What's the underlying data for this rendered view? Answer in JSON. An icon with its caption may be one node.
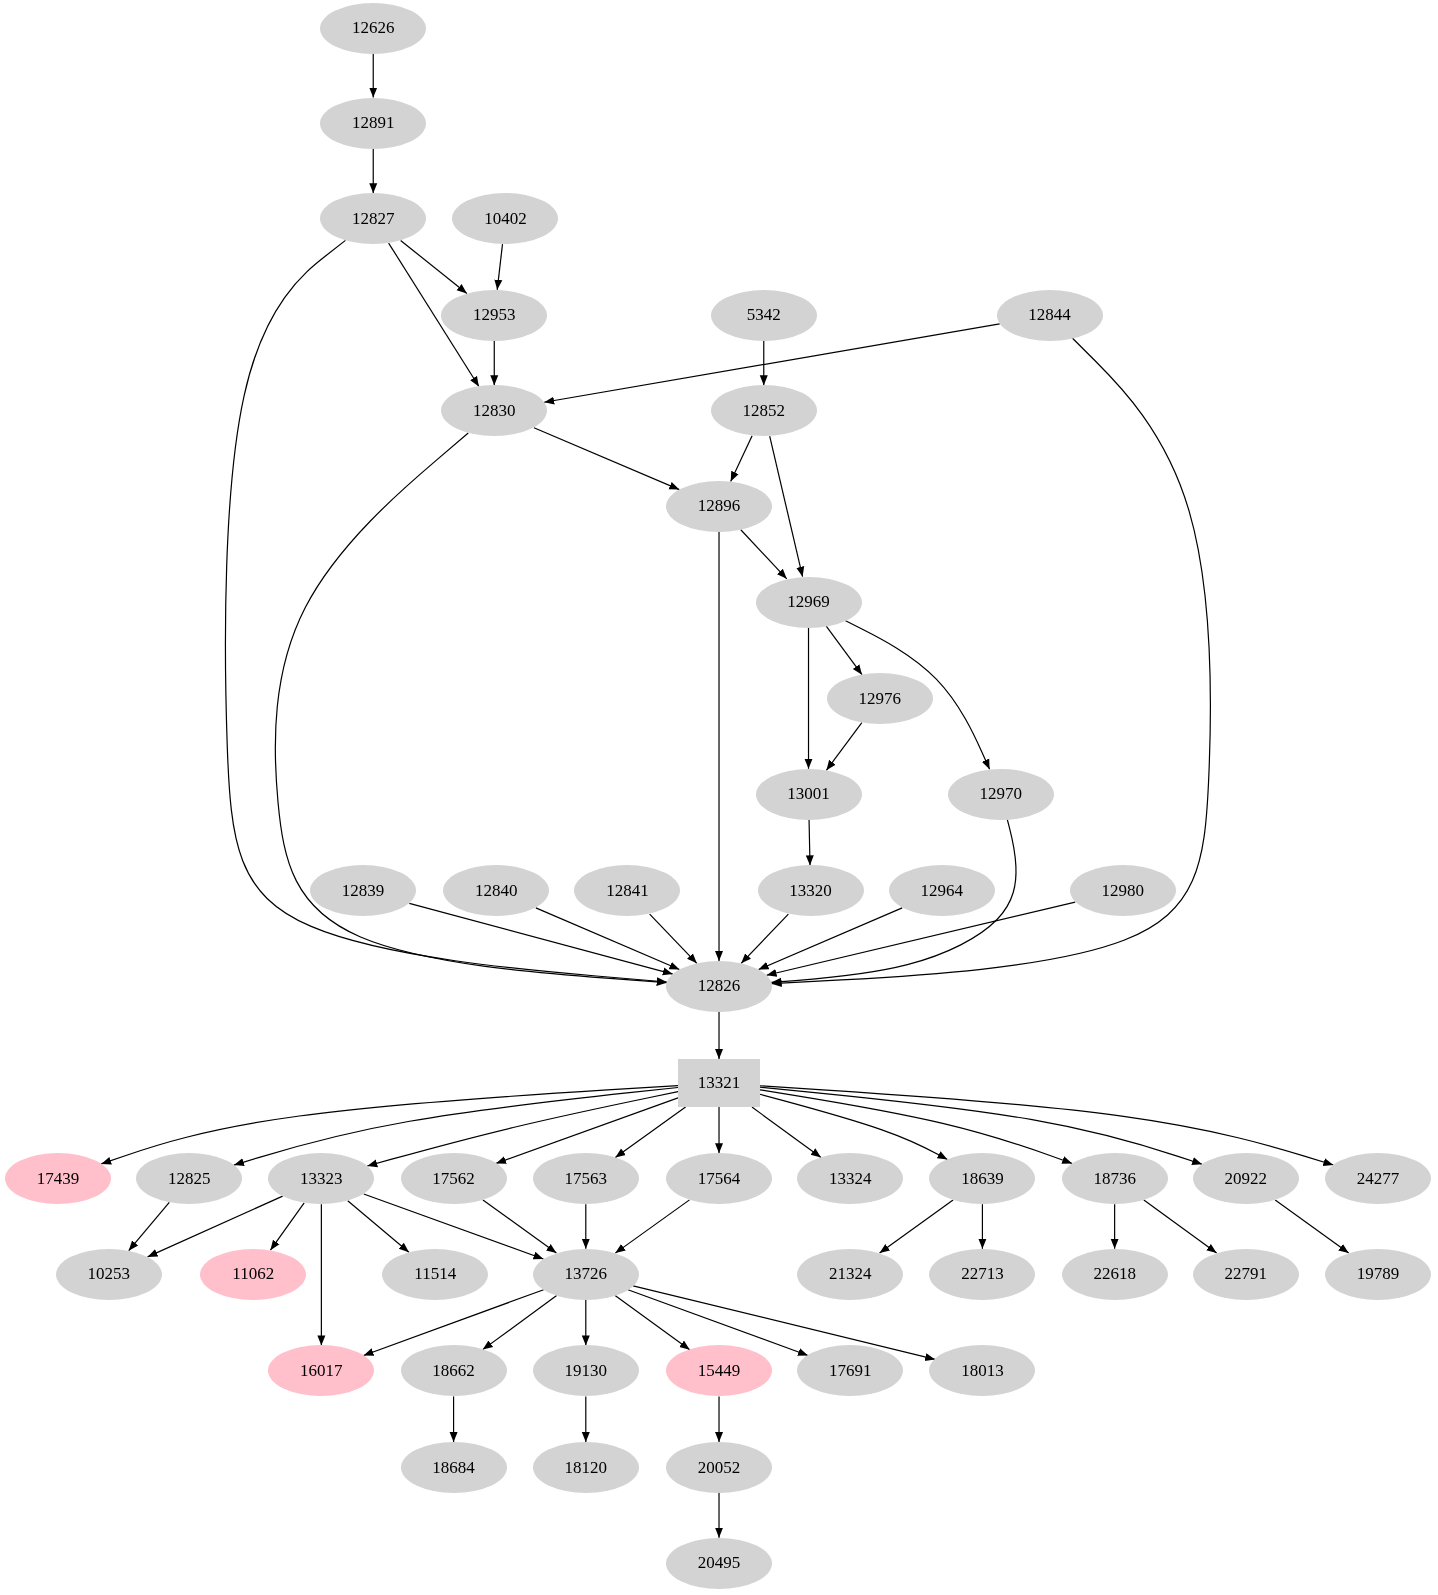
{
  "diagram": {
    "nodes": [
      {
        "text": [
          "12626"
        ]
      },
      {
        "text": [
          "12891"
        ]
      },
      {
        "text": [
          "12827"
        ]
      },
      {
        "text": [
          "10402"
        ]
      },
      {
        "text": [
          "12953"
        ]
      },
      {
        "text": [
          "5342"
        ]
      },
      {
        "text": [
          "12844"
        ]
      },
      {
        "text": [
          "12830"
        ]
      },
      {
        "text": [
          "12852"
        ]
      },
      {
        "text": [
          "12896"
        ]
      },
      {
        "text": [
          "12969"
        ]
      },
      {
        "text": [
          "12976"
        ]
      },
      {
        "text": [
          "13001"
        ]
      },
      {
        "text": [
          "12970"
        ]
      },
      {
        "text": [
          "12839"
        ]
      },
      {
        "text": [
          "12840"
        ]
      },
      {
        "text": [
          "12841"
        ]
      },
      {
        "text": [
          "13320"
        ]
      },
      {
        "text": [
          "12964"
        ]
      },
      {
        "text": [
          "12980"
        ]
      },
      {
        "text": [
          "12826"
        ]
      },
      {
        "text": [
          "13321"
        ]
      },
      {
        "text": [
          "17439"
        ]
      },
      {
        "text": [
          "12825"
        ]
      },
      {
        "text": [
          "13323"
        ]
      },
      {
        "text": [
          "17562"
        ]
      },
      {
        "text": [
          "17563"
        ]
      },
      {
        "text": [
          "17564"
        ]
      },
      {
        "text": [
          "13324"
        ]
      },
      {
        "text": [
          "18639"
        ]
      },
      {
        "text": [
          "18736"
        ]
      },
      {
        "text": [
          "20922"
        ]
      },
      {
        "text": [
          "24277"
        ]
      },
      {
        "text": [
          "10253"
        ]
      },
      {
        "text": [
          "11062"
        ]
      },
      {
        "text": [
          "11514"
        ]
      },
      {
        "text": [
          "13726"
        ]
      },
      {
        "text": [
          "21324"
        ]
      },
      {
        "text": [
          "22713"
        ]
      },
      {
        "text": [
          "22618"
        ]
      },
      {
        "text": [
          "22791"
        ]
      },
      {
        "text": [
          "19789"
        ]
      },
      {
        "text": [
          "16017"
        ]
      },
      {
        "text": [
          "18662"
        ]
      },
      {
        "text": [
          "19130"
        ]
      },
      {
        "text": [
          "15449"
        ]
      },
      {
        "text": [
          "17691"
        ]
      },
      {
        "text": [
          "18013"
        ]
      },
      {
        "text": [
          "18684"
        ]
      },
      {
        "text": [
          "18120"
        ]
      },
      {
        "text": [
          "20052"
        ]
      },
      {
        "text": [
          "20495"
        ]
      }
    ],
    "edges": [
      {
        "from": 0,
        "to": 1,
        "arrow": "to"
      },
      {
        "from": 1,
        "to": 2,
        "arrow": "to"
      },
      {
        "from": 2,
        "to": 4,
        "arrow": "to"
      },
      {
        "from": 2,
        "to": 7,
        "arrow": "to"
      },
      {
        "from": 2,
        "to": 20,
        "arrow": "to"
      },
      {
        "from": 3,
        "to": 4,
        "arrow": "to"
      },
      {
        "from": 4,
        "to": 7,
        "arrow": "to"
      },
      {
        "from": 6,
        "to": 7,
        "arrow": "to"
      },
      {
        "from": 6,
        "to": 20,
        "arrow": "to"
      },
      {
        "from": 5,
        "to": 8,
        "arrow": "to"
      },
      {
        "from": 7,
        "to": 9,
        "arrow": "to"
      },
      {
        "from": 7,
        "to": 20,
        "arrow": "to"
      },
      {
        "from": 8,
        "to": 9,
        "arrow": "to"
      },
      {
        "from": 8,
        "to": 10,
        "arrow": "to"
      },
      {
        "from": 9,
        "to": 10,
        "arrow": "to"
      },
      {
        "from": 9,
        "to": 20,
        "arrow": "to"
      },
      {
        "from": 10,
        "to": 11,
        "arrow": "to"
      },
      {
        "from": 10,
        "to": 12,
        "arrow": "to"
      },
      {
        "from": 10,
        "to": 13,
        "arrow": "to"
      },
      {
        "from": 11,
        "to": 12,
        "arrow": "to"
      },
      {
        "from": 12,
        "to": 17,
        "arrow": "to"
      },
      {
        "from": 13,
        "to": 20,
        "arrow": "to"
      },
      {
        "from": 14,
        "to": 20,
        "arrow": "to"
      },
      {
        "from": 15,
        "to": 20,
        "arrow": "to"
      },
      {
        "from": 16,
        "to": 20,
        "arrow": "to"
      },
      {
        "from": 17,
        "to": 20,
        "arrow": "to"
      },
      {
        "from": 18,
        "to": 20,
        "arrow": "to"
      },
      {
        "from": 19,
        "to": 20,
        "arrow": "to"
      },
      {
        "from": 20,
        "to": 21,
        "arrow": "to"
      },
      {
        "from": 21,
        "to": 22,
        "arrow": "to"
      },
      {
        "from": 21,
        "to": 23,
        "arrow": "to"
      },
      {
        "from": 21,
        "to": 24,
        "arrow": "to"
      },
      {
        "from": 21,
        "to": 25,
        "arrow": "to"
      },
      {
        "from": 21,
        "to": 26,
        "arrow": "to"
      },
      {
        "from": 21,
        "to": 27,
        "arrow": "to"
      },
      {
        "from": 21,
        "to": 28,
        "arrow": "to"
      },
      {
        "from": 21,
        "to": 29,
        "arrow": "to"
      },
      {
        "from": 21,
        "to": 30,
        "arrow": "to"
      },
      {
        "from": 21,
        "to": 31,
        "arrow": "to"
      },
      {
        "from": 21,
        "to": 32,
        "arrow": "to"
      },
      {
        "from": 23,
        "to": 33,
        "arrow": "to"
      },
      {
        "from": 24,
        "to": 33,
        "arrow": "to"
      },
      {
        "from": 24,
        "to": 34,
        "arrow": "to"
      },
      {
        "from": 24,
        "to": 42,
        "arrow": "to"
      },
      {
        "from": 24,
        "to": 35,
        "arrow": "to"
      },
      {
        "from": 24,
        "to": 36,
        "arrow": "to"
      },
      {
        "from": 25,
        "to": 36,
        "arrow": "to"
      },
      {
        "from": 26,
        "to": 36,
        "arrow": "to"
      },
      {
        "from": 27,
        "to": 36,
        "arrow": "to"
      },
      {
        "from": 29,
        "to": 37,
        "arrow": "to"
      },
      {
        "from": 29,
        "to": 38,
        "arrow": "to"
      },
      {
        "from": 30,
        "to": 39,
        "arrow": "to"
      },
      {
        "from": 30,
        "to": 40,
        "arrow": "to"
      },
      {
        "from": 31,
        "to": 41,
        "arrow": "to"
      },
      {
        "from": 36,
        "to": 42,
        "arrow": "to"
      },
      {
        "from": 36,
        "to": 43,
        "arrow": "to"
      },
      {
        "from": 36,
        "to": 44,
        "arrow": "to"
      },
      {
        "from": 36,
        "to": 45,
        "arrow": "to"
      },
      {
        "from": 36,
        "to": 46,
        "arrow": "to"
      },
      {
        "from": 36,
        "to": 47,
        "arrow": "to"
      },
      {
        "from": 43,
        "to": 48,
        "arrow": "to"
      },
      {
        "from": 44,
        "to": 49,
        "arrow": "to"
      },
      {
        "from": 45,
        "to": 50,
        "arrow": "to"
      },
      {
        "from": 50,
        "to": 51,
        "arrow": "to"
      }
    ]
  }
}
